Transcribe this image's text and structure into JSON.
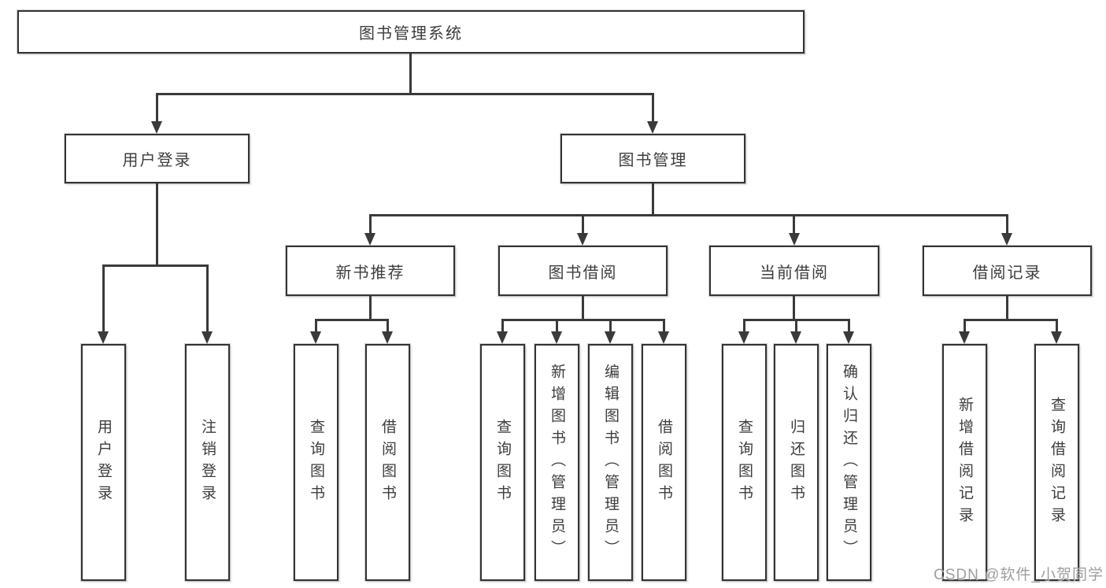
{
  "tree": {
    "id": "root",
    "label": "图书管理系统",
    "children": [
      {
        "id": "user-login",
        "label": "用户登录",
        "children": [
          {
            "id": "leaf-user-login",
            "label": "用户登录"
          },
          {
            "id": "leaf-logout-login",
            "label": "注销登录"
          }
        ]
      },
      {
        "id": "book-management",
        "label": "图书管理",
        "children": [
          {
            "id": "new-book-recommend",
            "label": "新书推荐",
            "children": [
              {
                "id": "leaf-query-book-1",
                "label": "查询图书"
              },
              {
                "id": "leaf-borrow-book-1",
                "label": "借阅图书"
              }
            ]
          },
          {
            "id": "book-borrow",
            "label": "图书借阅",
            "children": [
              {
                "id": "leaf-query-book-2",
                "label": "查询图书"
              },
              {
                "id": "leaf-add-book",
                "label": "新增图书（管理员）"
              },
              {
                "id": "leaf-edit-book",
                "label": "编辑图书（管理员）"
              },
              {
                "id": "leaf-borrow-book-2",
                "label": "借阅图书"
              }
            ]
          },
          {
            "id": "current-borrow",
            "label": "当前借阅",
            "children": [
              {
                "id": "leaf-query-book-3",
                "label": "查询图书"
              },
              {
                "id": "leaf-return-book",
                "label": "归还图书"
              },
              {
                "id": "leaf-confirm-return",
                "label": "确认归还（管理员）"
              }
            ]
          },
          {
            "id": "borrow-record",
            "label": "借阅记录",
            "children": [
              {
                "id": "leaf-add-borrow-record",
                "label": "新增借阅记录"
              },
              {
                "id": "leaf-query-borrow-record",
                "label": "查询借阅记录"
              }
            ]
          }
        ]
      }
    ]
  },
  "watermark": {
    "text": "CSDN @软件_小贺同学"
  },
  "colors": {
    "background": "#ffffff",
    "line": "#3a3a3a",
    "box_border": "#333333",
    "text": "#3d3d3d",
    "watermark": "#919191"
  }
}
